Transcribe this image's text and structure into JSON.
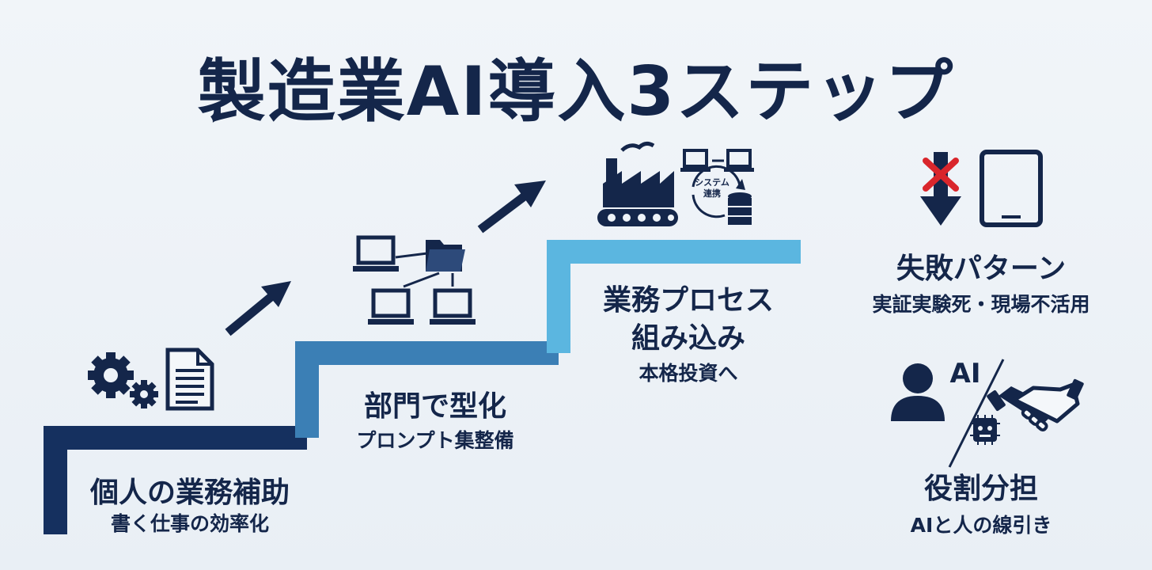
{
  "title": "製造業AI導入3ステップ",
  "steps": [
    {
      "heading": "個人の業務補助",
      "sub": "書く仕事の効率化"
    },
    {
      "heading": "部門で型化",
      "sub": "プロンプト集整備"
    },
    {
      "heading_line1": "業務プロセス",
      "heading_line2": "組み込み",
      "sub": "本格投資へ"
    }
  ],
  "system_link_label_line1": "システム",
  "system_link_label_line2": "連携",
  "side_panels": [
    {
      "heading": "失敗パターン",
      "sub": "実証実験死・現場不活用"
    },
    {
      "ai_label": "AI",
      "heading": "役割分担",
      "sub": "AIと人の線引き"
    }
  ],
  "colors": {
    "step1": "#15305f",
    "step2": "#3b7fb5",
    "step3": "#5bb6e0",
    "ink": "#14264a",
    "cross": "#d9262c",
    "background": "#eef3f8"
  }
}
